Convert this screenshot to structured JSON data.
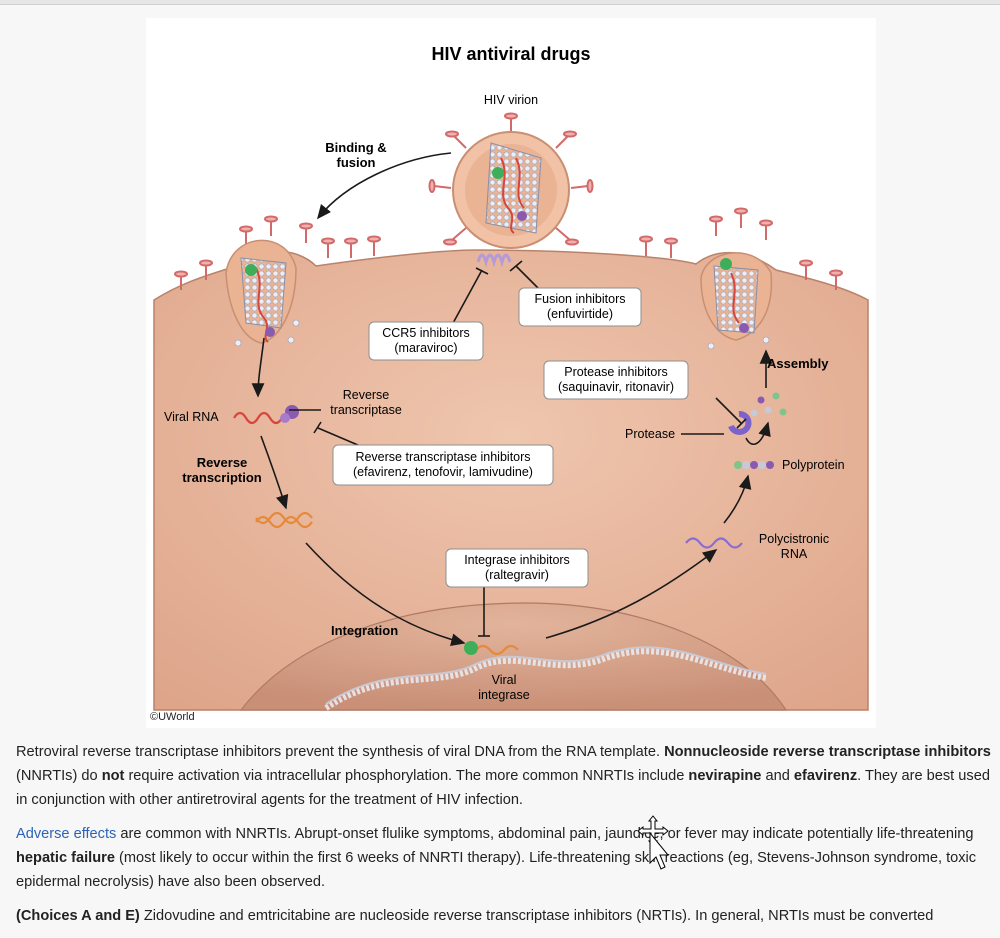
{
  "figure": {
    "title": "HIV antiviral drugs",
    "virion_label": "HIV virion",
    "binding_label_line1": "Binding &",
    "binding_label_line2": "fusion",
    "fusion_box_line1": "Fusion inhibitors",
    "fusion_box_line2": "(enfuvirtide)",
    "ccr5_box_line1": "CCR5 inhibitors",
    "ccr5_box_line2": "(maraviroc)",
    "viral_rna_label": "Viral RNA",
    "rt_label_line1": "Reverse",
    "rt_label_line2": "transcriptase",
    "rti_box_line1": "Reverse transcriptase inhibitors",
    "rti_box_line2": "(efavirenz, tenofovir, lamivudine)",
    "rt_step_line1": "Reverse",
    "rt_step_line2": "transcription",
    "integrase_box_line1": "Integrase inhibitors",
    "integrase_box_line2": "(raltegravir)",
    "integration_label": "Integration",
    "viral_integrase_line1": "Viral",
    "viral_integrase_line2": "integrase",
    "protease_box_line1": "Protease inhibitors",
    "protease_box_line2": "(saquinavir, ritonavir)",
    "protease_label": "Protease",
    "assembly_label": "Assembly",
    "polyprotein_label": "Polyprotein",
    "polycistronic_line1": "Polycistronic",
    "polycistronic_line2": "RNA",
    "copyright": "©UWorld"
  },
  "explanation": {
    "p1_a": "Retroviral reverse transcriptase inhibitors prevent the synthesis of viral DNA from the RNA template. ",
    "p1_b": "Nonnucleoside reverse transcriptase inhibitors",
    "p1_c": " (NNRTIs) do ",
    "p1_d": "not",
    "p1_e": " require activation via intracellular phosphorylation. The more common NNRTIs include ",
    "p1_f": "nevirapine",
    "p1_g": " and ",
    "p1_h": "efavirenz",
    "p1_i": ". They are best used in conjunction with other antiretroviral agents for the treatment of HIV infection.",
    "p2_link": "Adverse effects",
    "p2_a": " are common with NNRTIs. Abrupt-onset flulike symptoms, abdominal pain, jaundice, or fever may indicate potentially life-threatening ",
    "p2_b": "hepatic failure",
    "p2_c": " (most likely to occur within the first 6 weeks of NNRTI therapy). Life-threatening skin reactions (eg, Stevens-Johnson syndrome, toxic epidermal necrolysis) have also been observed.",
    "p3_a": "(Choices A and E)",
    "p3_b": " Zidovudine and emtricitabine are nucleoside reverse transcriptase inhibitors (NRTIs). In general, NRTIs must be converted"
  },
  "colors": {
    "cytoplasm": "#e6b398",
    "nucleus": "#d7a28a",
    "link": "#2c63b6",
    "rna_red": "#d8453c",
    "dna_orange": "#e58a3a",
    "protein_purple": "#8a5ab0"
  }
}
